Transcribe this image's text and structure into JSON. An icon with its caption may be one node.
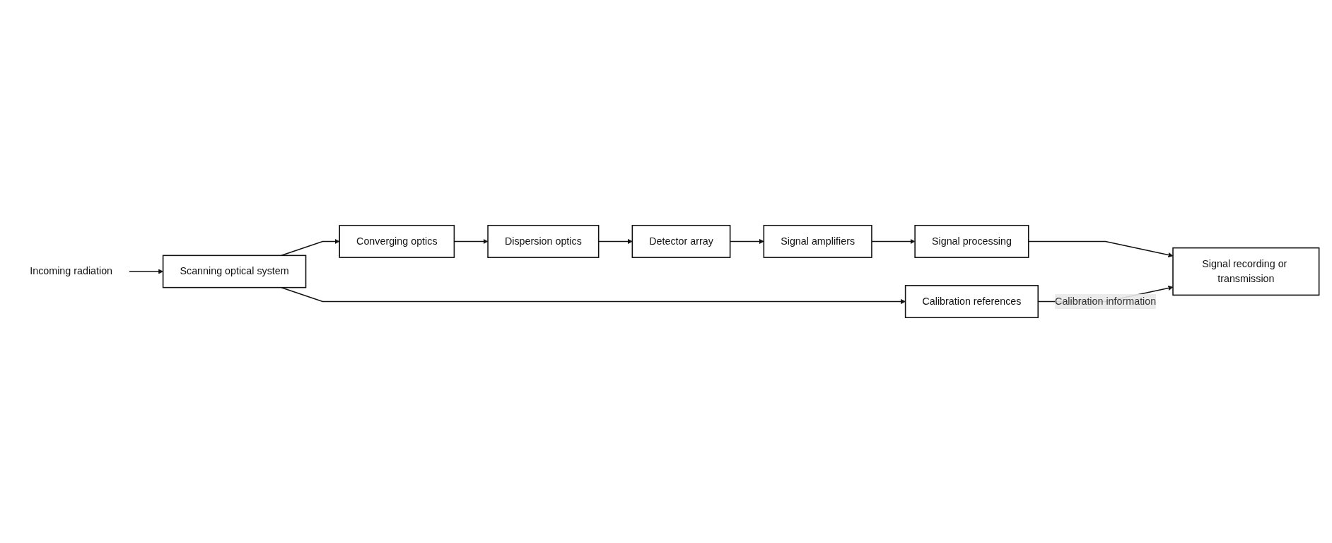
{
  "diagram": {
    "nodes": [
      {
        "text": [
          "Incoming radiation"
        ]
      },
      {
        "text": [
          "Scanning optical system"
        ]
      },
      {
        "text": [
          "Converging optics"
        ]
      },
      {
        "text": [
          "Dispersion optics"
        ]
      },
      {
        "text": [
          "Calibration references"
        ]
      },
      {
        "text": [
          "Detector array"
        ]
      },
      {
        "text": [
          "Signal amplifiers"
        ]
      },
      {
        "text": [
          "Signal processing"
        ]
      },
      {
        "text": [
          "Signal recording or transmission"
        ]
      }
    ],
    "edges": [
      {
        "from": 0,
        "to": 1,
        "arrow": "to"
      },
      {
        "from": 1,
        "to": 2,
        "arrow": "to"
      },
      {
        "from": 2,
        "to": 3,
        "arrow": "to"
      },
      {
        "from": 1,
        "to": 4,
        "arrow": "to"
      },
      {
        "from": 3,
        "to": 5,
        "arrow": "to"
      },
      {
        "from": 5,
        "to": 6,
        "arrow": "to"
      },
      {
        "from": 6,
        "to": 7,
        "arrow": "to"
      },
      {
        "from": 7,
        "to": 8,
        "arrow": "to"
      },
      {
        "from": 4,
        "to": 8,
        "arrow": "to",
        "label": "Calibration information"
      }
    ]
  }
}
